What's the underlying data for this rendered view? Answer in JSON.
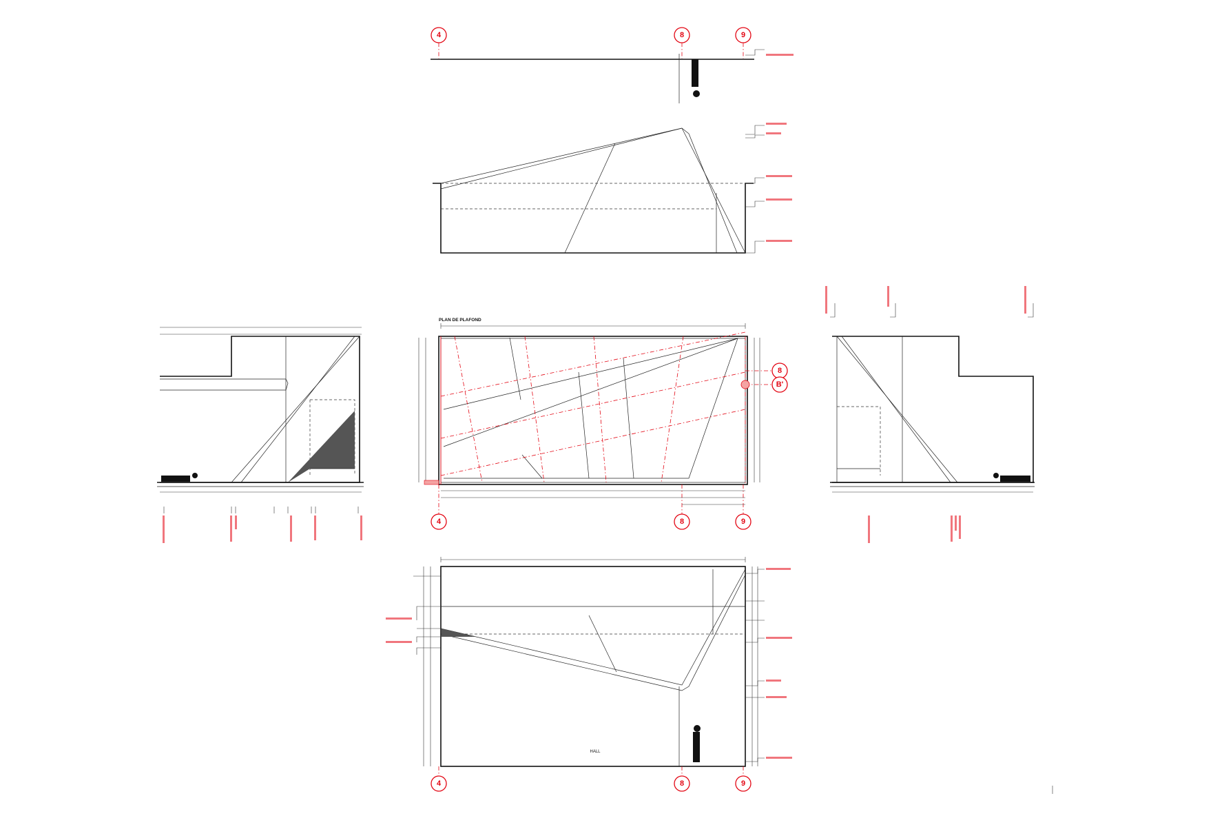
{
  "sheet": {
    "plan_title": "PLAN DE PLAFOND",
    "hall_label": "HALL"
  },
  "grid_axes": {
    "axis_4": "4",
    "axis_8": "8",
    "axis_9": "9",
    "axis_b": "B'"
  },
  "colors": {
    "line": "#111111",
    "grid_red": "#e30613",
    "background": "#ffffff",
    "hatch": "#555555"
  }
}
